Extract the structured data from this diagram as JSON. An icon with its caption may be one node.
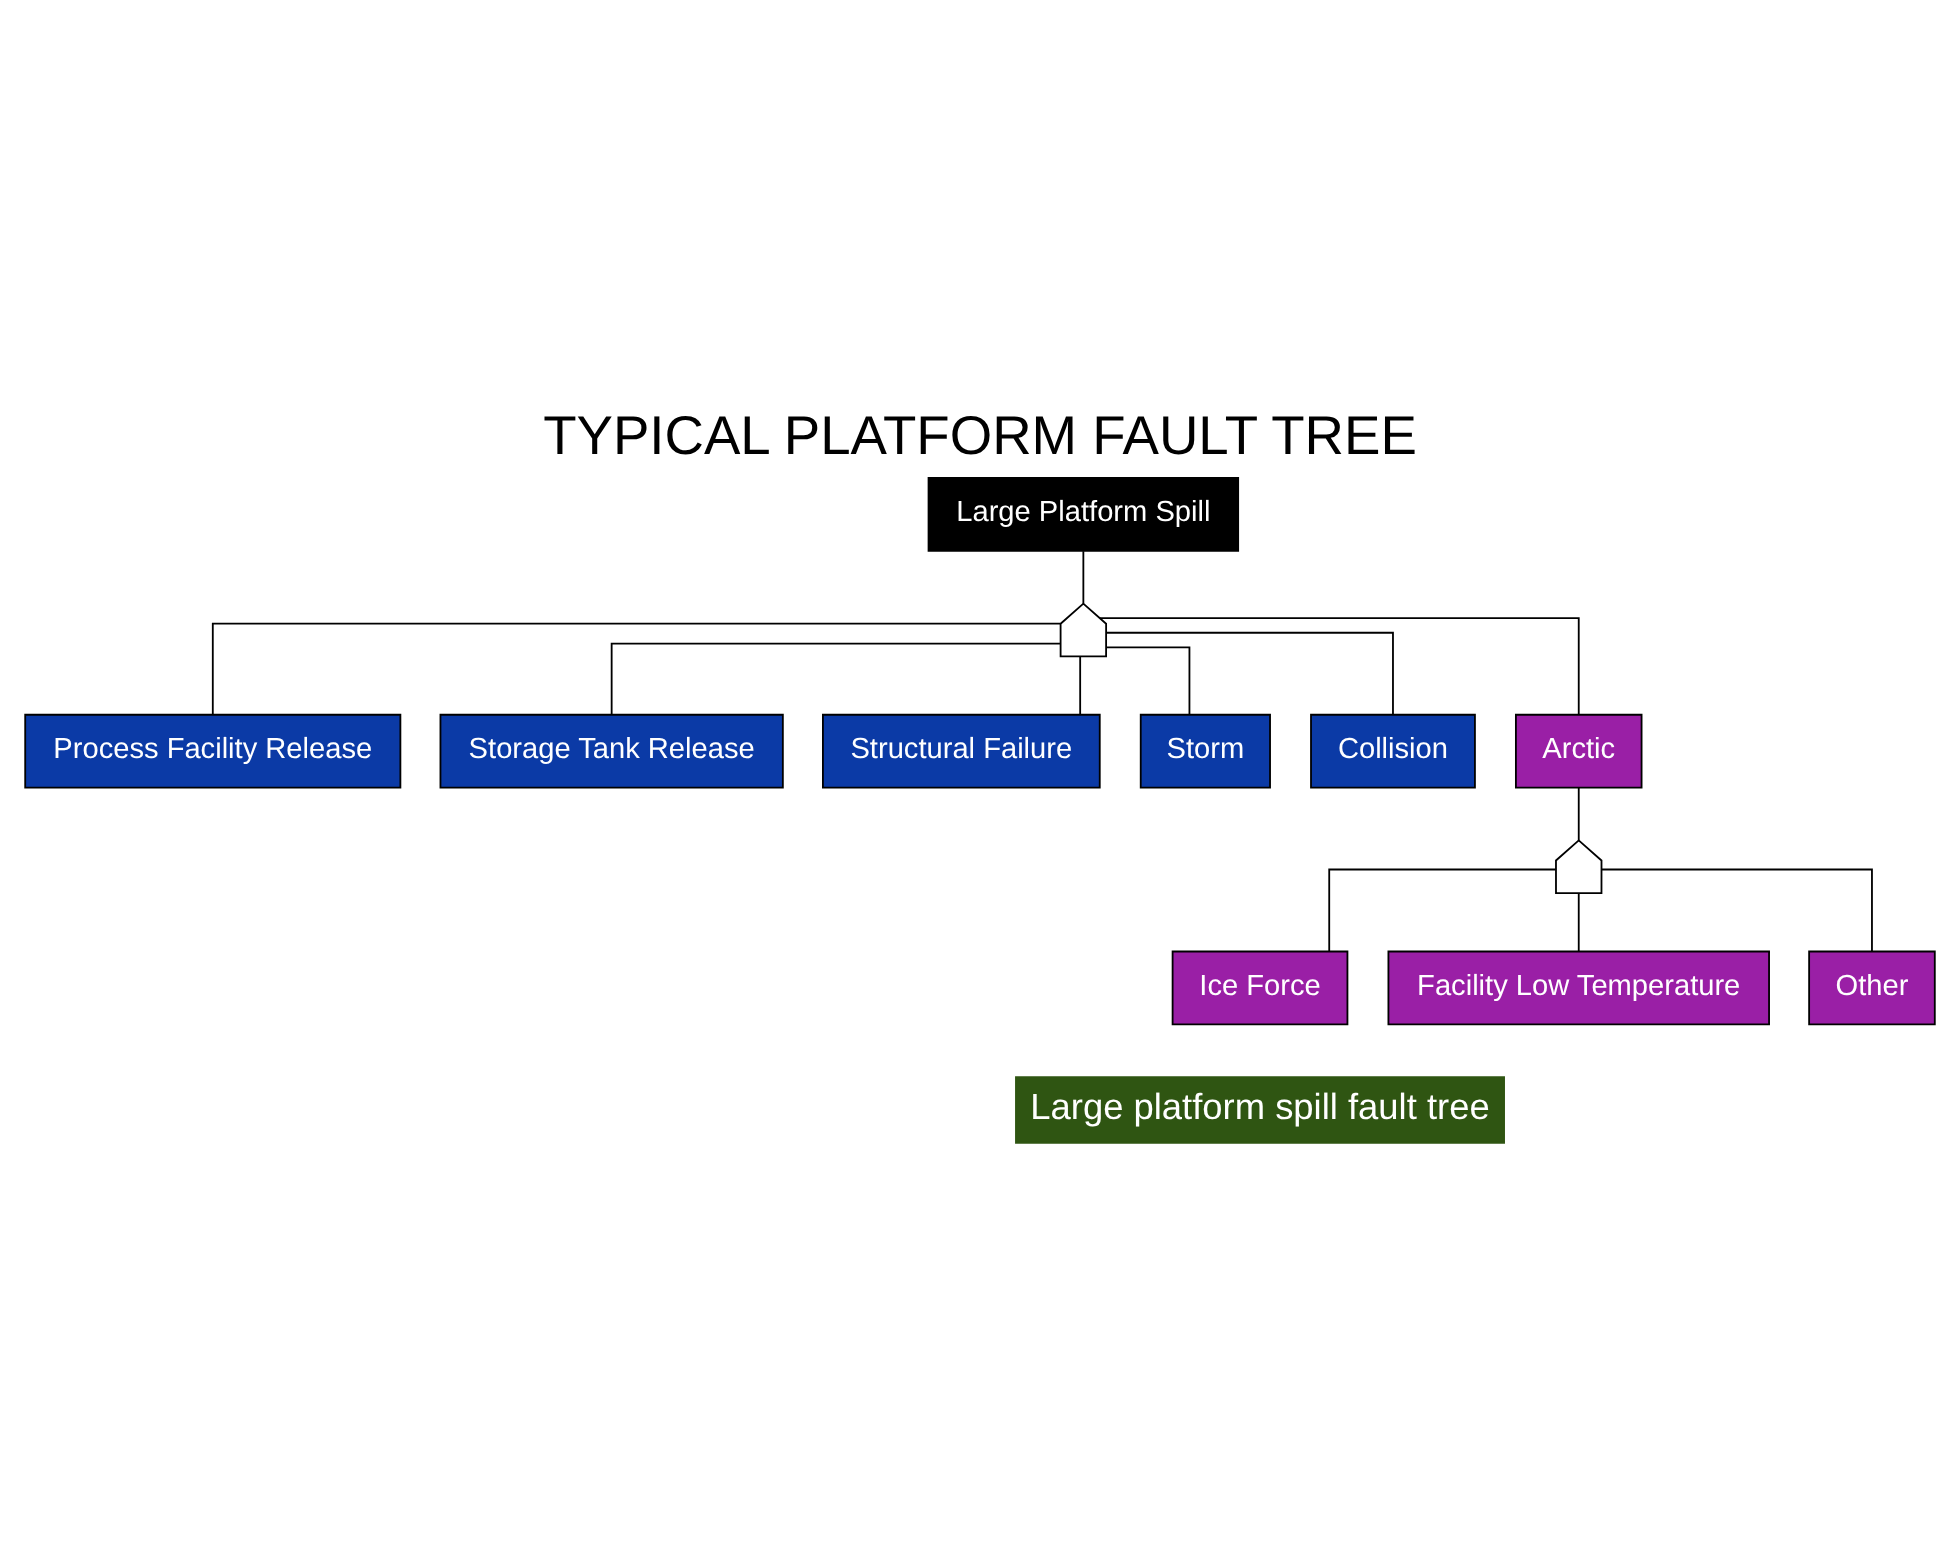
{
  "diagram": {
    "title": "TYPICAL PLATFORM FAULT TREE",
    "caption": "Large platform spill fault tree",
    "nodes": [
      {
        "text": [
          "Large Platform Spill"
        ]
      },
      {
        "text": [],
        "shape": "gate"
      },
      {
        "text": [
          "Process Facility Release"
        ]
      },
      {
        "text": [
          "Storage Tank Release"
        ]
      },
      {
        "text": [
          "Structural Failure"
        ]
      },
      {
        "text": [
          "Storm"
        ]
      },
      {
        "text": [
          "Collision"
        ]
      },
      {
        "text": [
          "Arctic"
        ]
      },
      {
        "text": [],
        "shape": "gate"
      },
      {
        "text": [
          "Ice Force"
        ]
      },
      {
        "text": [
          "Facility Low Temperature"
        ]
      },
      {
        "text": [
          "Other"
        ]
      }
    ],
    "edges": [
      {
        "from": 0,
        "to": 1,
        "arrow": "none"
      },
      {
        "from": 1,
        "to": 2,
        "arrow": "none"
      },
      {
        "from": 1,
        "to": 3,
        "arrow": "none"
      },
      {
        "from": 1,
        "to": 4,
        "arrow": "none"
      },
      {
        "from": 1,
        "to": 5,
        "arrow": "none"
      },
      {
        "from": 1,
        "to": 6,
        "arrow": "none"
      },
      {
        "from": 1,
        "to": 7,
        "arrow": "none"
      },
      {
        "from": 7,
        "to": 8,
        "arrow": "none"
      },
      {
        "from": 8,
        "to": 9,
        "arrow": "none"
      },
      {
        "from": 8,
        "to": 10,
        "arrow": "none"
      },
      {
        "from": 8,
        "to": 11,
        "arrow": "none"
      }
    ]
  }
}
